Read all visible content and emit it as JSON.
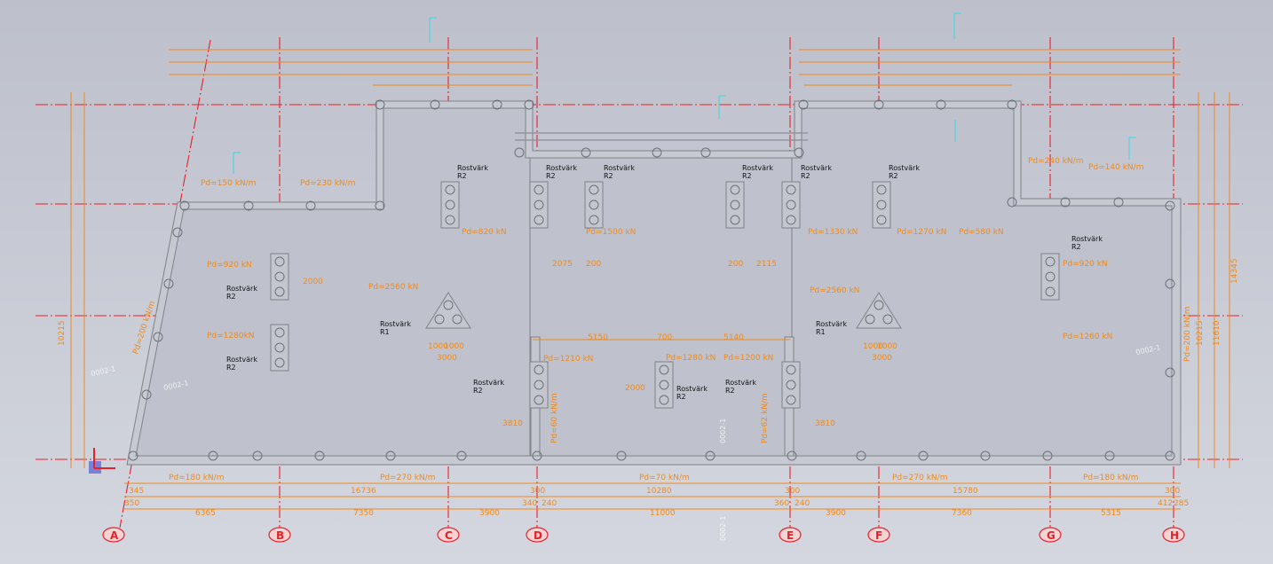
{
  "drawing": {
    "grid_axes": [
      {
        "label": "A"
      },
      {
        "label": "B"
      },
      {
        "label": "C"
      },
      {
        "label": "D"
      },
      {
        "label": "E"
      },
      {
        "label": "F"
      },
      {
        "label": "G"
      },
      {
        "label": "H"
      }
    ],
    "bottom_dims_row1": [
      "345",
      "16736",
      "300",
      "10280",
      "300",
      "15780",
      "300"
    ],
    "bottom_dims_row2": [
      "350",
      "340",
      "240",
      "360",
      "240",
      "412",
      "285"
    ],
    "bottom_dims_row3": [
      "6365",
      "7350",
      "3900",
      "11000",
      "3900",
      "7360",
      "5315"
    ],
    "line_loads": [
      "Pd=180 kN/m",
      "Pd=270 kN/m",
      "Pd=70 kN/m",
      "Pd=270 kN/m",
      "Pd=180 kN/m"
    ],
    "top_loads": [
      "Pd=150 kN/m",
      "Pd=230 kN/m",
      "Pd=240 kN/m",
      "Pd=140 kN/m"
    ],
    "pile_groups": [
      {
        "label": "Rostvärk",
        "type": "R2"
      },
      {
        "label": "Rostvärk",
        "type": "R2"
      },
      {
        "label": "Rostvärk",
        "type": "R2"
      },
      {
        "label": "Rostvärk",
        "type": "R2"
      },
      {
        "label": "Rostvärk",
        "type": "R2"
      },
      {
        "label": "Rostvärk",
        "type": "R2"
      },
      {
        "label": "Rostvärk",
        "type": "R1"
      },
      {
        "label": "Rostvärk",
        "type": "R1"
      },
      {
        "label": "Rostvärk",
        "type": "R2"
      },
      {
        "label": "Rostvärk",
        "type": "R2"
      },
      {
        "label": "Rostvärk",
        "type": "R2"
      },
      {
        "label": "Rostvärk",
        "type": "R2"
      },
      {
        "label": "Rostvärk",
        "type": "R2"
      },
      {
        "label": "Rostvärk",
        "type": "R2"
      }
    ],
    "point_loads": [
      "Pd=920 kN",
      "Pd=1280kN",
      "Pd=2560 kN",
      "Pd=2560 kN",
      "Pd=1210 kN",
      "Pd=1280 kN",
      "Pd=1200 kN",
      "Pd=920 kN",
      "Pd=1260 kN",
      "Pd=820 kN",
      "Pd=1270 kN",
      "Pd=1330 kN",
      "Pd=580 kN",
      "Pd=1500 kN"
    ],
    "mid_dims": [
      "5150",
      "700",
      "5140",
      "2075",
      "200",
      "200",
      "2115",
      "1000",
      "1000",
      "1000",
      "1000",
      "3000",
      "3000",
      "3810",
      "3810",
      "2000",
      "2000"
    ],
    "side_labels": [
      "Pd=200 kN/m",
      "Pd=200 kN/m",
      "Pd=60 kN/m",
      "Pd=62 kN/m"
    ],
    "tags": [
      "0002-1",
      "0002-1",
      "0002-1",
      "0002-1",
      "0002-1"
    ],
    "right_dims": [
      "10215",
      "11610",
      "14345"
    ],
    "left_dims": [
      "10215"
    ]
  }
}
